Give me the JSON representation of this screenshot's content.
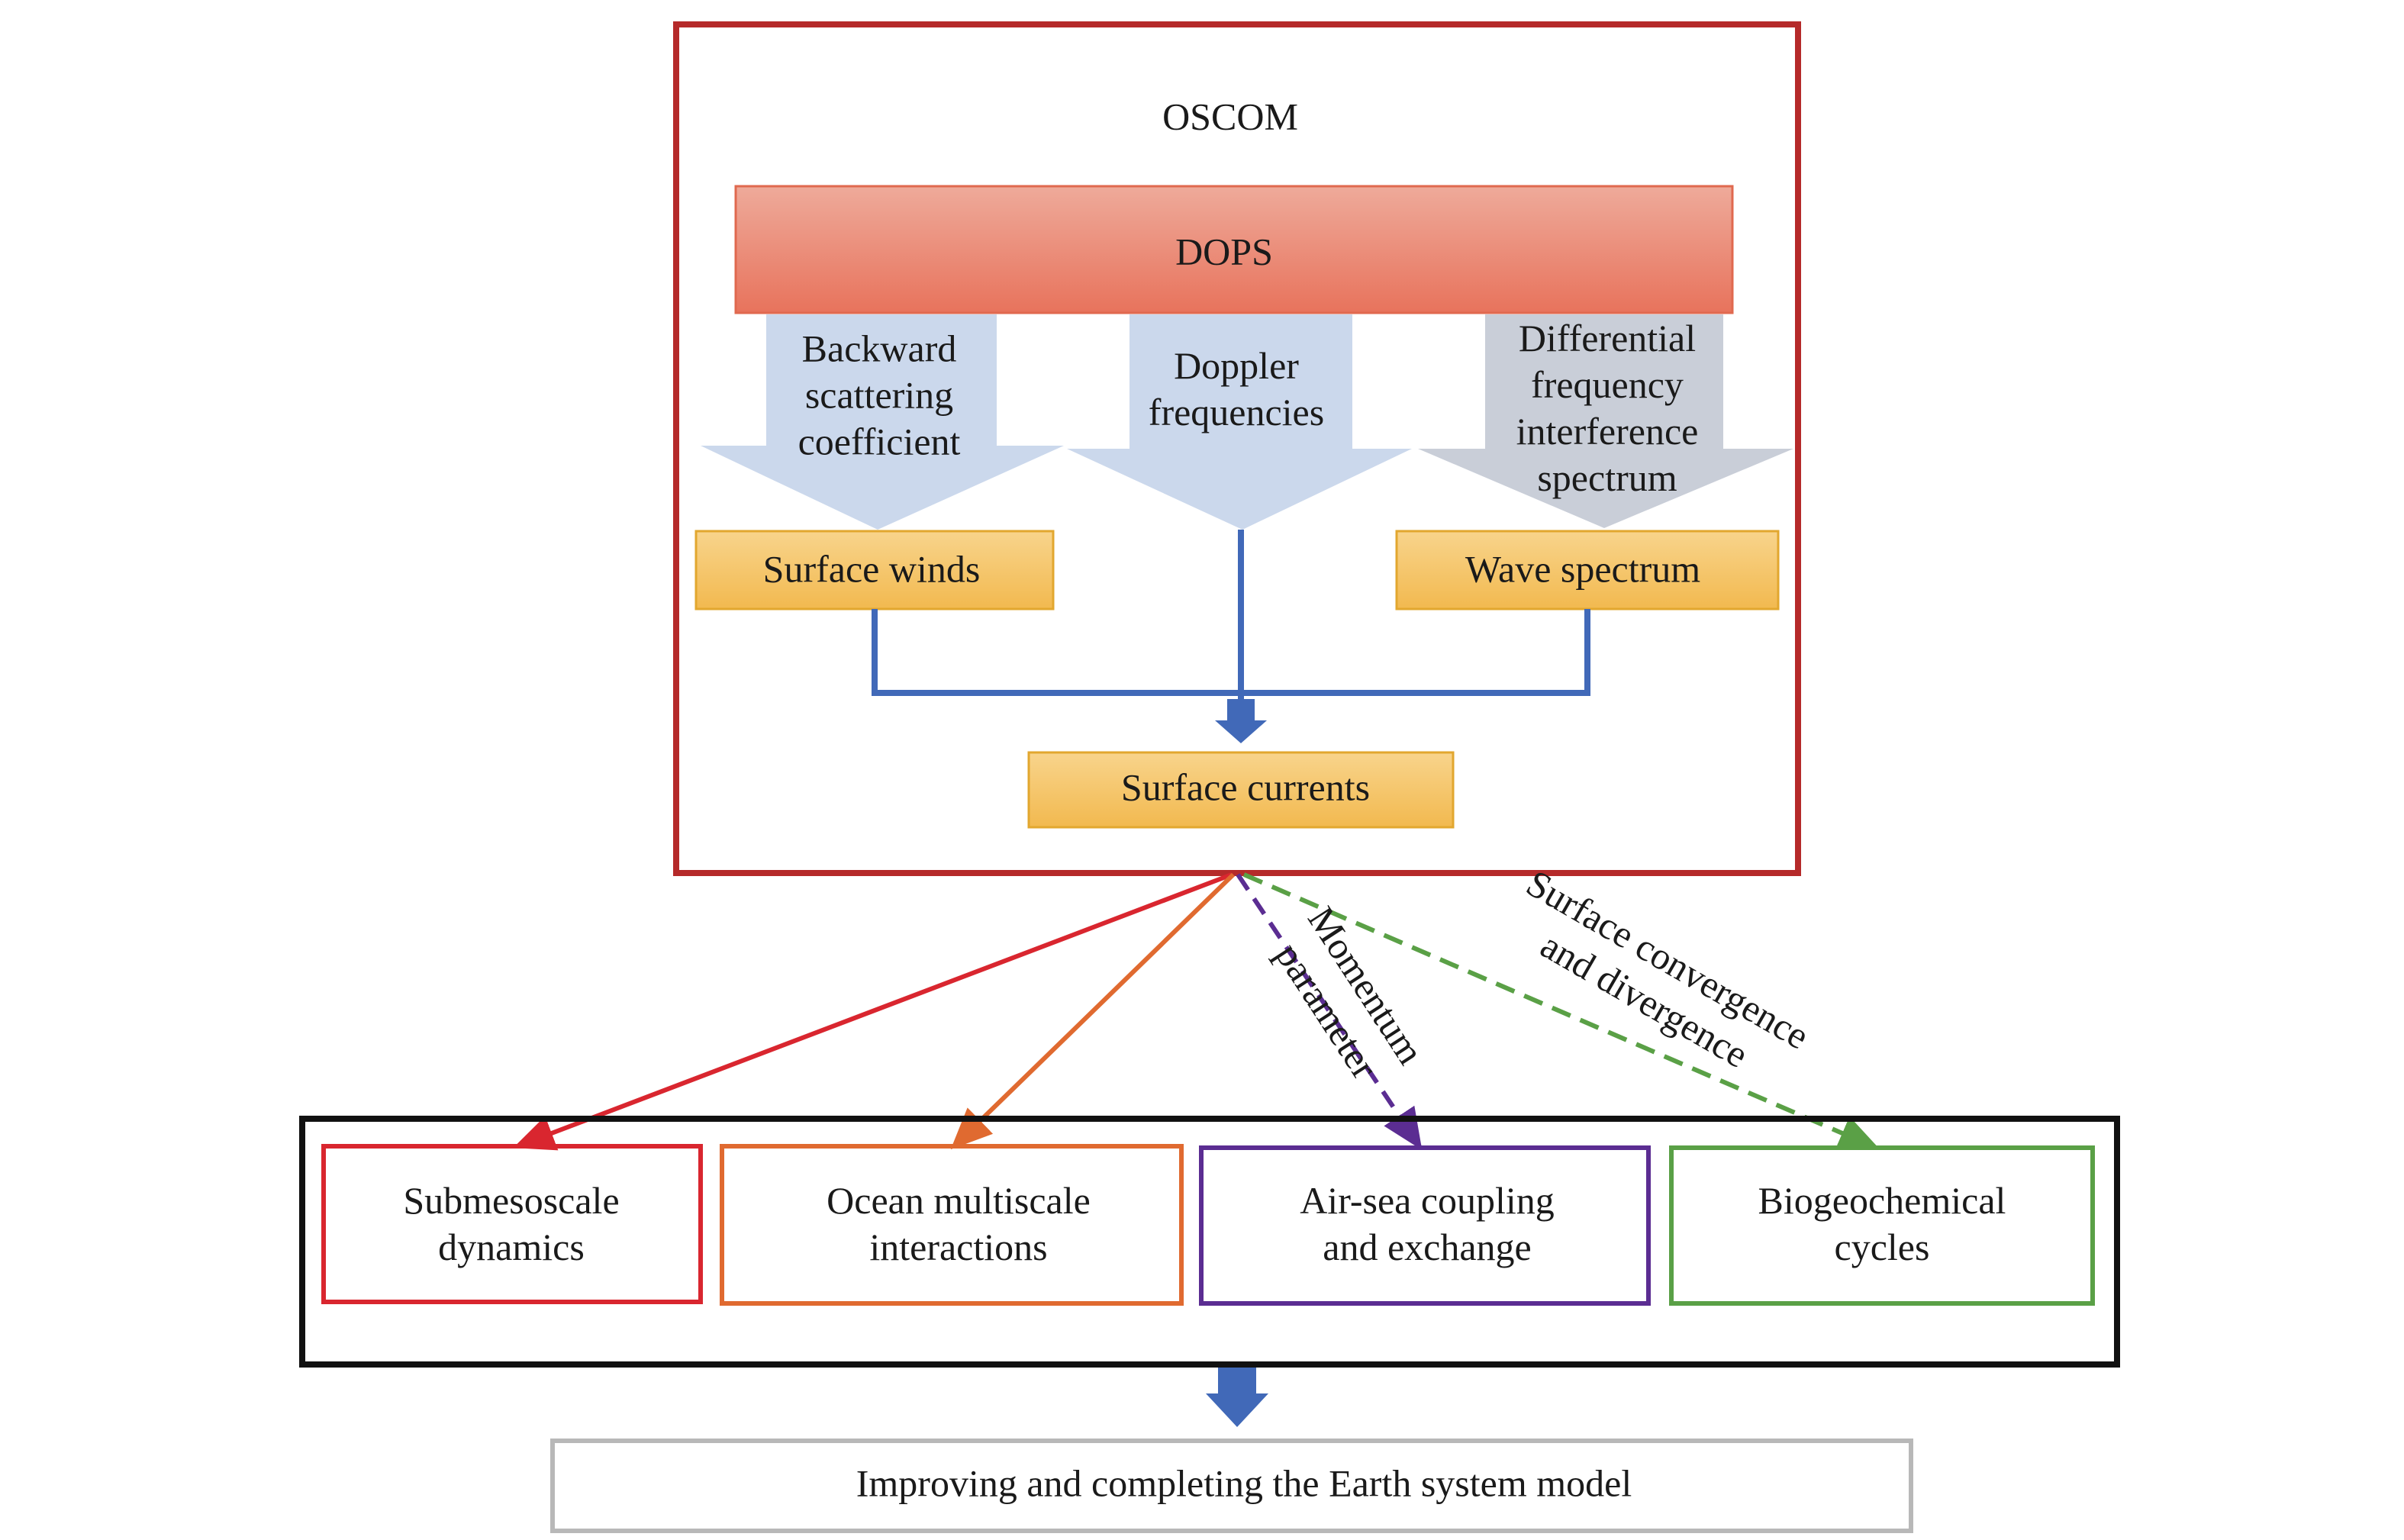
{
  "system": {
    "title": "OSCOM",
    "instrument": "DOPS"
  },
  "observables": [
    {
      "label": "Backward\nscattering\ncoefficient"
    },
    {
      "label": "Doppler\nfrequencies"
    },
    {
      "label": "Differential\nfrequency\ninterference\nspectrum"
    }
  ],
  "products": {
    "surface_winds": "Surface winds",
    "wave_spectrum": "Wave spectrum",
    "surface_currents": "Surface currents"
  },
  "links": {
    "momentum": "Momentum\nparameter",
    "convergence": "Surface convergence\nand divergence"
  },
  "applications": [
    {
      "label": "Submesoscale\ndynamics",
      "color": "#d9262f"
    },
    {
      "label": "Ocean multiscale\ninteractions",
      "color": "#e06a30"
    },
    {
      "label": "Air-sea coupling\nand exchange",
      "color": "#5b2d92"
    },
    {
      "label": "Biogeochemical\ncycles",
      "color": "#5aa046"
    }
  ],
  "outcome": {
    "label": "Improving and completing the Earth system model"
  },
  "colors": {
    "oscom_border": "#b52a2a",
    "dops_fill_top": "#eeaa9a",
    "dops_fill_bottom": "#e8735c",
    "arrow_fill": "#cbd8ec",
    "arrow_fill_grey": "#c9ced8",
    "product_fill": "#f4c56a",
    "product_border": "#e2a72f",
    "flow_blue": "#4169b8",
    "outcome_border": "#b8b8b8"
  }
}
